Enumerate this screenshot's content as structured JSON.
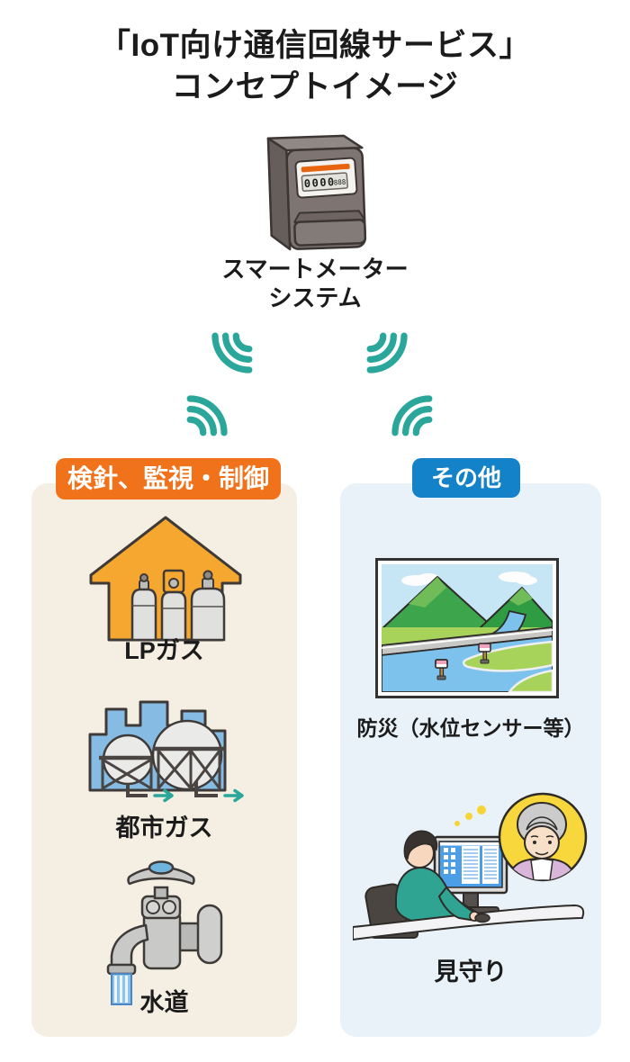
{
  "title": {
    "line1": "「IoT向け通信回線サービス」",
    "line2": "コンセプトイメージ"
  },
  "smart_meter": {
    "label_line1": "スマートメーター",
    "label_line2": "システム",
    "display_digits": "0000",
    "display_digits_small": "888",
    "icon": "smart-meter-illustration"
  },
  "wifi": {
    "icon": "wifi-wave-icon",
    "count": 4,
    "color": "#2aa79a"
  },
  "panels": {
    "left": {
      "badge": "検針、監視・制御",
      "badge_color": "#f0731c",
      "bg_color": "#f5efe3",
      "items": [
        {
          "label": "LPガス",
          "icon": "lp-gas-house-icon"
        },
        {
          "label": "都市ガス",
          "icon": "city-gas-plant-icon"
        },
        {
          "label": "水道",
          "icon": "water-faucet-icon"
        }
      ]
    },
    "right": {
      "badge": "その他",
      "badge_color": "#1482c8",
      "bg_color": "#e9f2f8",
      "items": [
        {
          "label": "防災（水位センサー等）",
          "icon": "flood-sensor-landscape-illustration"
        },
        {
          "label": "見守り",
          "icon": "monitoring-operator-illustration"
        }
      ]
    }
  }
}
